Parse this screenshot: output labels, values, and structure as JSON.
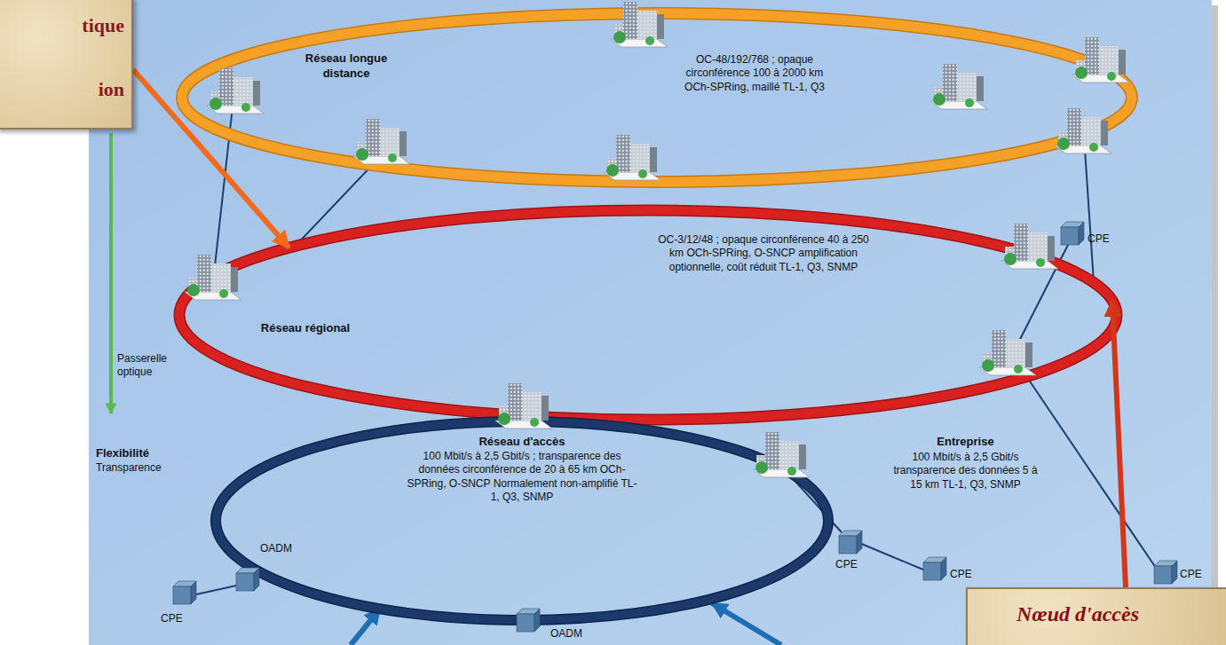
{
  "diagram": {
    "nodes": [
      {
        "text": [
          "tique",
          "ion"
        ]
      },
      {
        "text": [
          "Réseau longue distance",
          "OC-48/192/768 ; opaque circonférence 100 à 2000 km OCh-SPRing, maillé TL-1, Q3"
        ]
      },
      {
        "text": [
          "Réseau régional",
          "OC-3/12/48 ; opaque circonférence 40 à 250 km OCh-SPRing, O-SNCP amplification optionnelle, coût réduit TL-1, Q3, SNMP"
        ]
      },
      {
        "text": [
          "Réseau d'accès",
          "100 Mbit/s à 2,5 Gbit/s ; transparence des données circonférence de 20 à 65 km OCh-SPRing, O-SNCP Normalement non-amplifié TL-1, Q3, SNMP"
        ]
      },
      {
        "text": [
          "Nœud d'accès"
        ]
      }
    ],
    "edges": [
      {
        "from": 0,
        "to": 2,
        "arrow": "to"
      },
      {
        "from": 4,
        "to": 2,
        "arrow": "to"
      }
    ],
    "labels": [
      "Passerelle optique",
      "Flexibilité",
      "Transparence",
      "CPE",
      "Entreprise",
      "100 Mbit/s à 2,5 Gbit/s transparence des données 5 à 15 km TL-1, Q3, SNMP",
      "OADM",
      "CPE",
      "CPE",
      "CPE",
      "CPE",
      "OADM"
    ]
  }
}
